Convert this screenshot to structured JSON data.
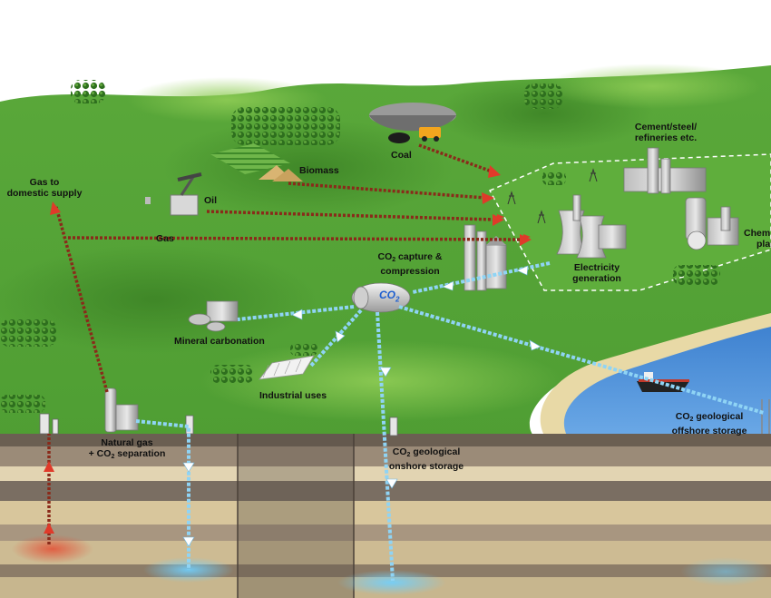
{
  "labels": {
    "coal": "Coal",
    "biomass": "Biomass",
    "oil": "Oil",
    "gas": "Gas",
    "gas_domestic_line1": "Gas to",
    "gas_domestic_line2": "domestic supply",
    "cement_line1": "Cement/steel/",
    "cement_line2": "refineries etc.",
    "chemical_line1": "Chem",
    "chemical_line2": "plan",
    "electricity_line1": "Electricity",
    "electricity_line2": "generation",
    "capture_line1_pre": "CO",
    "capture_line1_sub": "2",
    "capture_line1_post": " capture &",
    "capture_line2": "compression",
    "co2_tank_pre": "CO",
    "co2_tank_sub": "2",
    "mineral": "Mineral carbonation",
    "industrial": "Industrial uses",
    "natgas_line1": "Natural gas",
    "natgas_line2_pre": "+ CO",
    "natgas_line2_sub": "2",
    "natgas_line2_post": " separation",
    "onshore_line1_pre": "CO",
    "onshore_line1_sub": "2",
    "onshore_line1_post": " geological",
    "onshore_line2": "onshore storage",
    "offshore_line1_pre": "CO",
    "offshore_line1_sub": "2",
    "offshore_line1_post": " geological",
    "offshore_line2": "offshore storage"
  },
  "colors": {
    "sky": "#ffffff",
    "grass": "#5fae3c",
    "grass_dark": "#3f8a2a",
    "grass_light": "#86c451",
    "sea": "#4f8fd6",
    "sand": "#e8d9a6",
    "fuel_line": "#8a2a1a",
    "co2_line": "#7ec8f0",
    "strata_dark": "#5a5048",
    "strata_mid": "#8a7c6c",
    "strata_light": "#d9c9a4"
  }
}
